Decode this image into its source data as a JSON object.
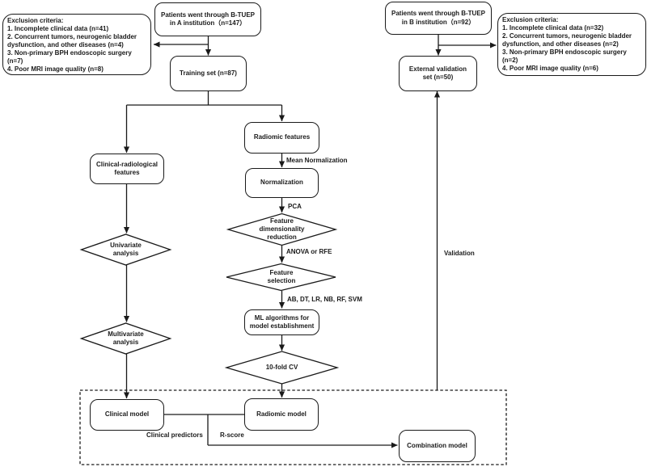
{
  "figure": {
    "type": "flowchart",
    "background_color": "#ffffff",
    "line_color": "#1a1a1a"
  },
  "nodes": {
    "patients_a": "Patients went through B-TUEP\nin A institution（n=147）",
    "exclusion_left": "Exclusion criteria:\n1. Incomplete clinical data (n=41)\n2. Concurrent tumors, neurogenic bladder dysfunction, and other diseases (n=4)\n3. Non-primary BPH endoscopic surgery (n=7)\n4. Poor MRI image quality (n=8)",
    "training_set": "Training set (n=87)",
    "patients_b": "Patients went through B-TUEP\nin B institution（n=92）",
    "exclusion_right": "Exclusion criteria:\n1. Incomplete clinical data (n=32)\n2. Concurrent tumors, neurogenic bladder dysfunction, and other diseases (n=2)\n3. Non-primary BPH endoscopic surgery (n=2)\n4. Poor MRI image quality (n=6)",
    "external_validation": "External validation\nset (n=50)",
    "clinical_radiological": "Clinical-radiological\nfeatures",
    "radiomic_features": "Radiomic features",
    "normalization": "Normalization",
    "feature_dim_reduction": "Feature\ndimensionality\nreduction",
    "feature_selection": "Feature\nselection",
    "univariate": "Univariate\nanalysis",
    "multivariate": "Multivariate\nanalysis",
    "ml_algorithms": "ML algorithms for\nmodel establishment",
    "ten_fold_cv": "10-fold CV",
    "clinical_model": "Clinical model",
    "radiomic_model": "Radiomic model",
    "combination_model": "Combination model"
  },
  "edge_labels": {
    "mean_normalization": "Mean Normalization",
    "pca": "PCA",
    "anova_or_rfe": "ANOVA or RFE",
    "ml_algorithm_list": "AB, DT, LR, NB, RF, SVM",
    "clinical_predictors": "Clinical predictors",
    "r_score": "R-score",
    "validation": "Validation"
  }
}
